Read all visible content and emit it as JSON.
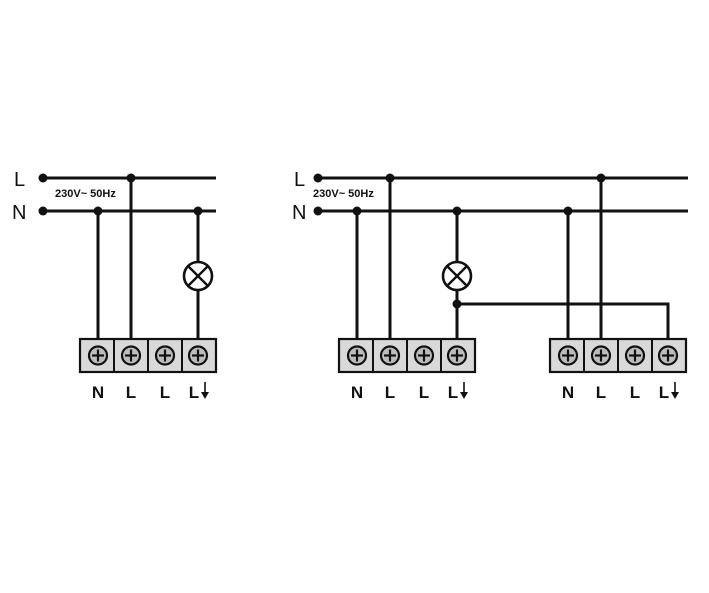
{
  "colors": {
    "ink": "#111111",
    "terminal_block": "#d9d9d9",
    "screw": "#bdbdbd",
    "background": "#ffffff"
  },
  "lines": {
    "live": "L",
    "neutral": "N"
  },
  "supply_label": "230V~ 50Hz",
  "icons": {
    "lamp": "lamp-icon",
    "screw": "screw-terminal-icon",
    "arrow": "arrow-down-icon"
  },
  "terminal_labels": [
    "N",
    "L",
    "L",
    "L"
  ]
}
